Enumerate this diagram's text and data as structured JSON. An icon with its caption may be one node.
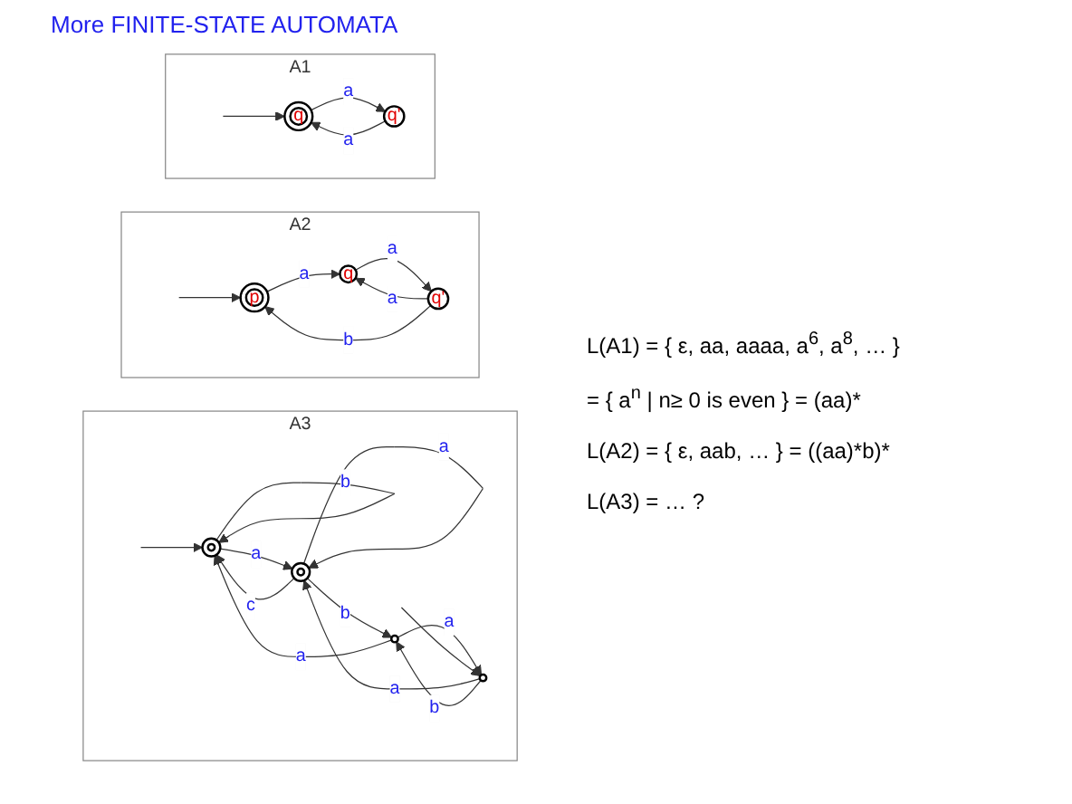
{
  "diagram": {
    "title": "More FINITE-STATE AUTOMATA",
    "nodes": [
      {
        "text": [
          "A1"
        ]
      },
      {
        "text": [
          "q"
        ],
        "in": 0
      },
      {
        "text": [
          "q'"
        ],
        "in": 0
      },
      {
        "text": [
          "A2"
        ]
      },
      {
        "text": [
          "p"
        ],
        "in": 3
      },
      {
        "text": [
          "q"
        ],
        "in": 3
      },
      {
        "text": [
          "q'"
        ],
        "in": 3
      },
      {
        "text": [
          "A3"
        ]
      },
      {
        "text": [],
        "shape": "doublecircle",
        "in": 7
      },
      {
        "text": [],
        "shape": "doublecircle",
        "in": 7
      },
      {
        "text": [],
        "shape": "circle",
        "in": 7
      },
      {
        "text": [],
        "shape": "circle",
        "in": 7
      }
    ],
    "edges": [
      {
        "from": null,
        "to": 1,
        "arrow": "to"
      },
      {
        "from": 2,
        "to": 1,
        "arrow": "to",
        "label": "a"
      },
      {
        "from": 1,
        "to": 2,
        "arrow": "to",
        "label": "a"
      },
      {
        "from": null,
        "to": 4,
        "arrow": "to"
      },
      {
        "from": 4,
        "to": 5,
        "arrow": "to",
        "label": "a"
      },
      {
        "from": 6,
        "to": 4,
        "arrow": "to",
        "label": "b"
      },
      {
        "from": 6,
        "to": 5,
        "arrow": "to",
        "label": "a"
      },
      {
        "from": 5,
        "to": 6,
        "arrow": "to",
        "label": "a"
      },
      {
        "from": 8,
        "to": 8,
        "arrow": "to",
        "label": "a"
      },
      {
        "from": 9,
        "to": 9,
        "arrow": "to",
        "label": "b"
      },
      {
        "from": 9,
        "to": 8,
        "arrow": "to",
        "label": "a"
      },
      {
        "from": 8,
        "to": 9,
        "arrow": "to",
        "label": "c"
      },
      {
        "from": 10,
        "to": 8,
        "arrow": "to",
        "label": "a"
      },
      {
        "from": 8,
        "to": 11,
        "arrow": "to",
        "label": "b"
      },
      {
        "from": 11,
        "to": 9,
        "arrow": "to",
        "label": "a"
      },
      {
        "from": null,
        "to": 9,
        "arrow": "to"
      },
      {
        "from": 11,
        "to": 10,
        "arrow": "to",
        "label": "a"
      },
      {
        "from": null,
        "to": 10,
        "arrow": "to"
      },
      {
        "from": 10,
        "to": 11,
        "arrow": "to",
        "label": "b"
      }
    ],
    "labels": [
      "L(A1) = { ε, aa, aaaa, a$^{6}$, a$^{8}$, … }",
      "= { a$^{n}$ | n≥ 0 is even } = (aa)*",
      "L(A2) = { ε, aab, … } = ((aa)*b)*",
      "L(A3) = … ?"
    ]
  }
}
